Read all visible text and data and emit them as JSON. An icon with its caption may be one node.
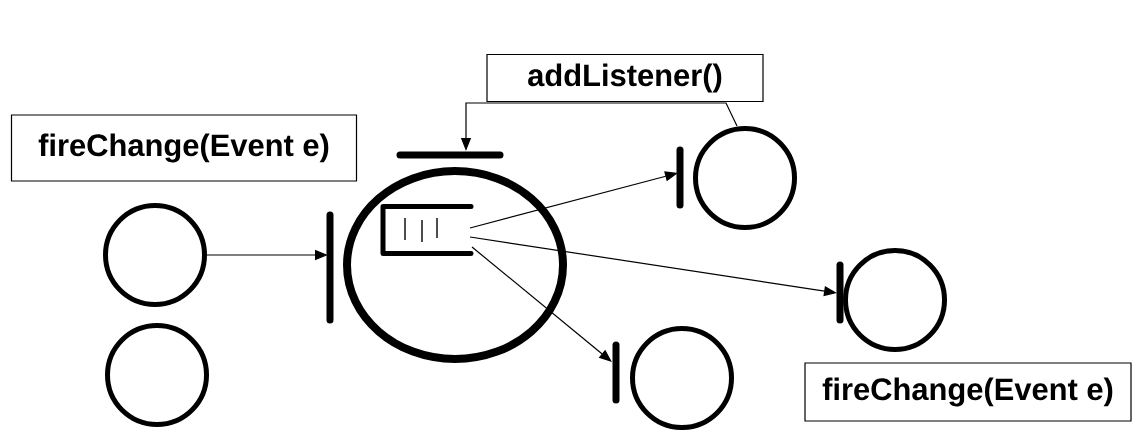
{
  "diagram": {
    "nodes": [
      {
        "text": [
          "addListener()"
        ]
      },
      {
        "text": [
          "fireChange(Event e)"
        ]
      },
      {
        "text": [
          "fireChange(Event e)"
        ]
      },
      {
        "text": [],
        "shape": "circle"
      },
      {
        "text": [],
        "shape": "circle"
      },
      {
        "text": [],
        "shape": "ellipse"
      },
      {
        "text": [],
        "shape": "box",
        "in": 5
      },
      {
        "text": [],
        "shape": "circle"
      },
      {
        "text": [],
        "shape": "circle"
      },
      {
        "text": [],
        "shape": "circle"
      }
    ],
    "edges": [
      {
        "from": 3,
        "to": 5,
        "arrow": "to"
      },
      {
        "from": 7,
        "to": 5,
        "arrow": "to"
      },
      {
        "from": 6,
        "to": 7,
        "arrow": "to"
      },
      {
        "from": 6,
        "to": 9,
        "arrow": "to"
      },
      {
        "from": 6,
        "to": 8,
        "arrow": "to"
      }
    ]
  }
}
